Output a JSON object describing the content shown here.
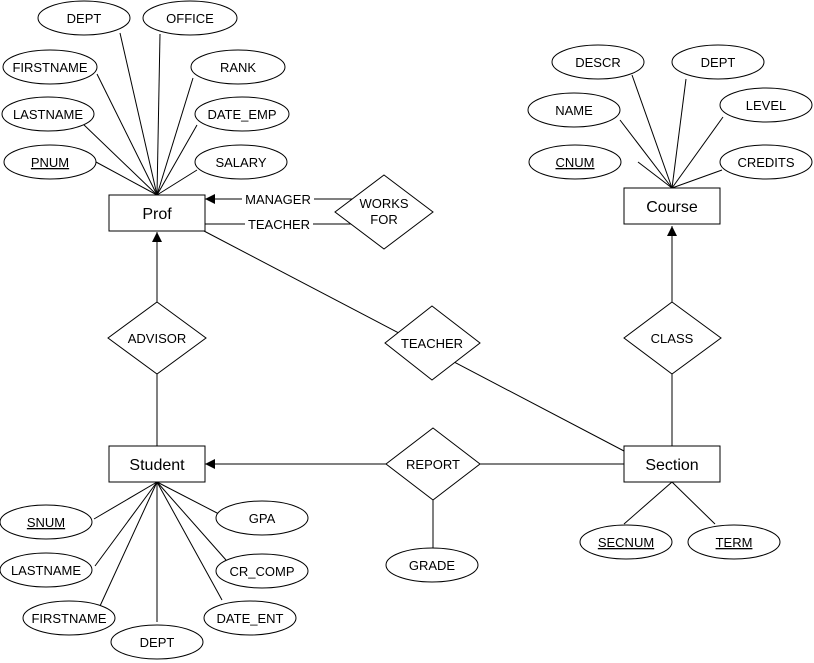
{
  "entities": {
    "prof": "Prof",
    "course": "Course",
    "student": "Student",
    "section": "Section"
  },
  "prof_attrs": {
    "dept": "DEPT",
    "office": "OFFICE",
    "firstname": "FIRSTNAME",
    "rank": "RANK",
    "lastname": "LASTNAME",
    "date_emp": "DATE_EMP",
    "pnum": "PNUM",
    "salary": "SALARY"
  },
  "course_attrs": {
    "descr": "DESCR",
    "dept": "DEPT",
    "name": "NAME",
    "level": "LEVEL",
    "cnum": "CNUM",
    "credits": "CREDITS"
  },
  "student_attrs": {
    "snum": "SNUM",
    "gpa": "GPA",
    "lastname": "LASTNAME",
    "cr_comp": "CR_COMP",
    "firstname": "FIRSTNAME",
    "date_ent": "DATE_ENT",
    "dept": "DEPT"
  },
  "section_attrs": {
    "secnum": "SECNUM",
    "term": "TERM"
  },
  "relationships": {
    "works_for_line1": "WORKS",
    "works_for_line2": "FOR",
    "advisor": "ADVISOR",
    "teacher": "TEACHER",
    "class": "CLASS",
    "report": "REPORT"
  },
  "report_attrs": {
    "grade": "GRADE"
  },
  "roles": {
    "manager": "MANAGER",
    "teacher": "TEACHER"
  }
}
